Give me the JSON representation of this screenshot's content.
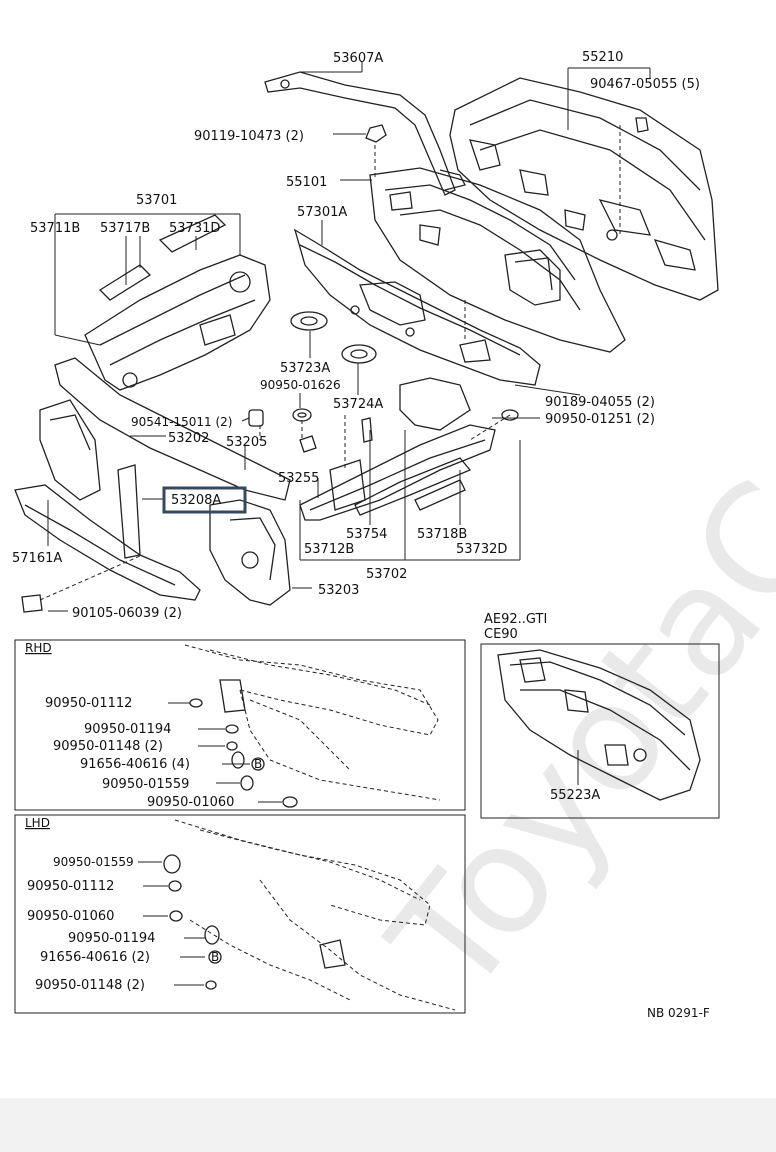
{
  "watermark": "ToyotaC",
  "parts": {
    "p53607A": "53607A",
    "p55210": "55210",
    "p90467": "90467-05055 (5)",
    "p90119": "90119-10473 (2)",
    "p55101": "55101",
    "p57301A": "57301A",
    "p53701": "53701",
    "p53711B": "53711B",
    "p53717B": "53717B",
    "p53731D": "53731D",
    "p53723A": "53723A",
    "p90950_01626": "90950-01626",
    "p53724A": "53724A",
    "p90189": "90189-04055 (2)",
    "p90950_01251": "90950-01251 (2)",
    "p90541": "90541-15011 (2)",
    "p53202": "53202",
    "p53205": "53205",
    "p53255": "53255",
    "p53208A": "53208A",
    "p57161A": "57161A",
    "p53754": "53754",
    "p53718B": "53718B",
    "p53712B": "53712B",
    "p53732D": "53732D",
    "p53702": "53702",
    "p53203": "53203",
    "p90105": "90105-06039 (2)"
  },
  "rhd": {
    "title": "RHD",
    "items": [
      "90950-01112",
      "90950-01194",
      "90950-01148 (2)",
      "91656-40616 (4)",
      "90950-01559",
      "90950-01060"
    ]
  },
  "lhd": {
    "title": "LHD",
    "items": [
      "90950-01559",
      "90950-01112",
      "90950-01060",
      "90950-01194",
      "91656-40616 (2)",
      "90950-01148 (2)"
    ]
  },
  "variant": {
    "model1": "AE92..GTI",
    "model2": "CE90",
    "part": "55223A"
  },
  "bolt_marker": "B",
  "drawing_code": "NB 0291-F",
  "colors": {
    "highlight": "#34495e",
    "line": "#222222"
  }
}
